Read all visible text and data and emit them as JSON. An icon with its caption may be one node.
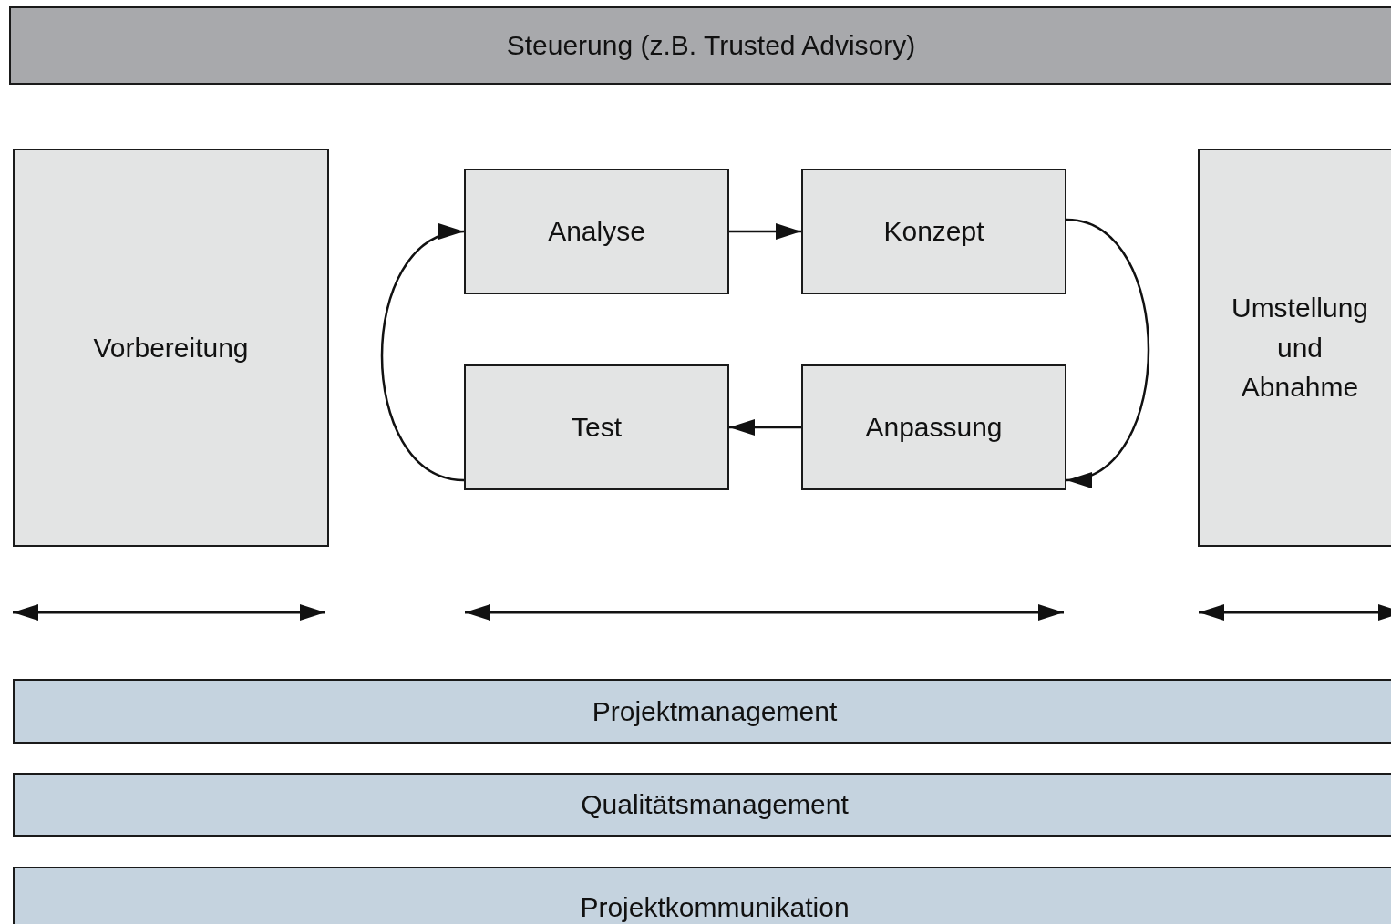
{
  "diagram": {
    "nodes": [
      {
        "text": [
          "Steuerung (z.B. Trusted Advisory)"
        ]
      },
      {
        "text": [
          "Vorbereitung"
        ]
      },
      {
        "text": [
          "Analyse"
        ]
      },
      {
        "text": [
          "Konzept"
        ]
      },
      {
        "text": [
          "Test"
        ]
      },
      {
        "text": [
          "Anpassung"
        ]
      },
      {
        "text": [
          "Umstellung und Abnahme"
        ]
      },
      {
        "text": [
          "Projektmanagement"
        ]
      },
      {
        "text": [
          "Qualitätsmanagement"
        ]
      },
      {
        "text": [
          "Projektkommunikation"
        ]
      }
    ],
    "edges": [
      {
        "from": 2,
        "to": 3,
        "arrow": "to"
      },
      {
        "from": 3,
        "to": 5,
        "arrow": "to"
      },
      {
        "from": 5,
        "to": 4,
        "arrow": "to"
      },
      {
        "from": 4,
        "to": 2,
        "arrow": "to"
      }
    ]
  }
}
